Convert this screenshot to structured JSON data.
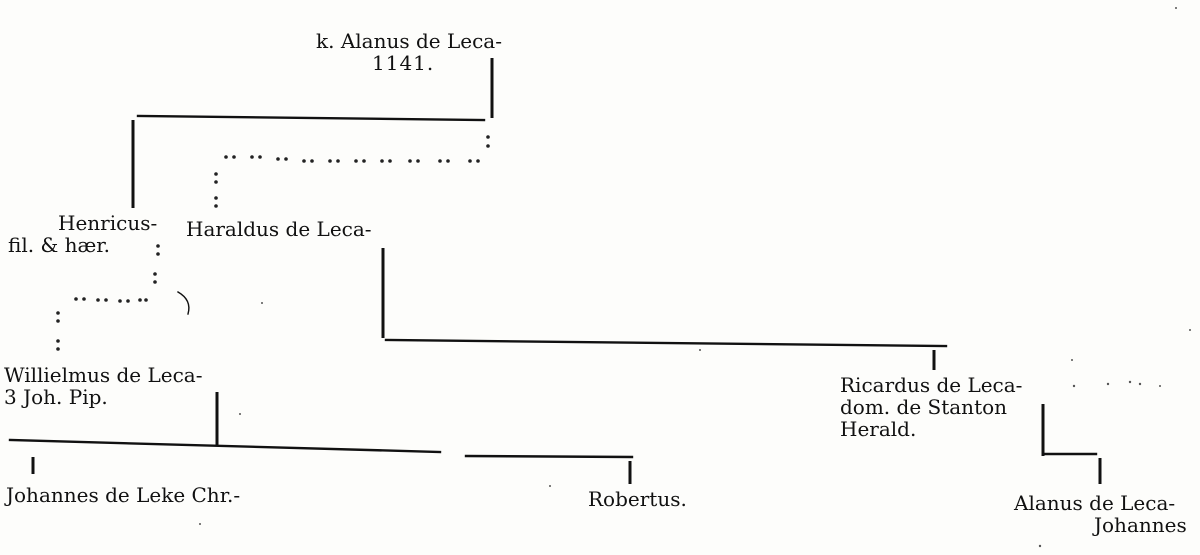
{
  "nodes": {
    "alanus_root": {
      "lines": [
        "k. Alanus de Leca-",
        "1141."
      ]
    },
    "henricus": {
      "lines": [
        "Henricus-",
        "fil. & hær."
      ]
    },
    "haraldus": {
      "lines": [
        "Haraldus de Leca-"
      ]
    },
    "willielmus": {
      "lines": [
        "Willielmus de Leca-",
        "3 Joh. Pip."
      ]
    },
    "ricardus": {
      "lines": [
        "Ricardus de Leca-",
        "dom. de Stanton",
        "Herald."
      ]
    },
    "johannes_leke": {
      "lines": [
        "Johannes de Leke Chr.-"
      ]
    },
    "robertus": {
      "lines": [
        "Robertus."
      ]
    },
    "alanus_johannes": {
      "lines": [
        "Alanus de Leca-",
        "Johannes"
      ]
    }
  }
}
